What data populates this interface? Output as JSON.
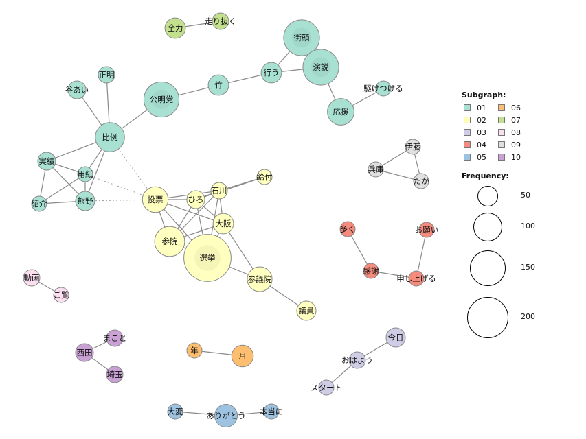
{
  "legend": {
    "subgraph_title": "Subgraph:",
    "subgraphs": [
      {
        "label": "01",
        "color": "#a8e0d1"
      },
      {
        "label": "02",
        "color": "#ffffbf"
      },
      {
        "label": "03",
        "color": "#cfcde6"
      },
      {
        "label": "04",
        "color": "#f48b7d"
      },
      {
        "label": "05",
        "color": "#9ec3e0"
      },
      {
        "label": "06",
        "color": "#fdbf6f"
      },
      {
        "label": "07",
        "color": "#c2e08e"
      },
      {
        "label": "08",
        "color": "#fbdff0"
      },
      {
        "label": "09",
        "color": "#e0e0e0"
      },
      {
        "label": "10",
        "color": "#c9a1d4"
      }
    ],
    "frequency_title": "Frequency:",
    "frequencies": [
      "50",
      "100",
      "150",
      "200"
    ]
  },
  "chart_data": {
    "type": "network",
    "nodes": [
      {
        "id": "街頭",
        "group": "01",
        "freq": 130
      },
      {
        "id": "演説",
        "group": "01",
        "freq": 130
      },
      {
        "id": "公明党",
        "group": "01",
        "freq": 125
      },
      {
        "id": "比例",
        "group": "01",
        "freq": 85
      },
      {
        "id": "竹",
        "group": "01",
        "freq": 40
      },
      {
        "id": "行う",
        "group": "01",
        "freq": 40
      },
      {
        "id": "応援",
        "group": "01",
        "freq": 70
      },
      {
        "id": "駆けつける",
        "group": "01",
        "freq": 20
      },
      {
        "id": "正明",
        "group": "01",
        "freq": 25
      },
      {
        "id": "谷あい",
        "group": "01",
        "freq": 30
      },
      {
        "id": "実績",
        "group": "01",
        "freq": 30
      },
      {
        "id": "用紙",
        "group": "01",
        "freq": 20
      },
      {
        "id": "熊野",
        "group": "01",
        "freq": 35
      },
      {
        "id": "紹介",
        "group": "01",
        "freq": 20
      },
      {
        "id": "全力",
        "group": "07",
        "freq": 40
      },
      {
        "id": "走り抜く",
        "group": "07",
        "freq": 25
      },
      {
        "id": "投票",
        "group": "02",
        "freq": 65
      },
      {
        "id": "ひろ",
        "group": "02",
        "freq": 30
      },
      {
        "id": "石川",
        "group": "02",
        "freq": 25
      },
      {
        "id": "給付",
        "group": "02",
        "freq": 20
      },
      {
        "id": "大阪",
        "group": "02",
        "freq": 40
      },
      {
        "id": "参院",
        "group": "02",
        "freq": 90
      },
      {
        "id": "選挙",
        "group": "02",
        "freq": 230
      },
      {
        "id": "参議院",
        "group": "02",
        "freq": 60
      },
      {
        "id": "議員",
        "group": "02",
        "freq": 35
      },
      {
        "id": "伊藤",
        "group": "09",
        "freq": 20
      },
      {
        "id": "兵庫",
        "group": "09",
        "freq": 20
      },
      {
        "id": "たか",
        "group": "09",
        "freq": 20
      },
      {
        "id": "多く",
        "group": "04",
        "freq": 20
      },
      {
        "id": "お願い",
        "group": "04",
        "freq": 20
      },
      {
        "id": "感謝",
        "group": "04",
        "freq": 20
      },
      {
        "id": "申し上げる",
        "group": "04",
        "freq": 20
      },
      {
        "id": "動画",
        "group": "08",
        "freq": 25
      },
      {
        "id": "ご覧",
        "group": "08",
        "freq": 20
      },
      {
        "id": "まこと",
        "group": "10",
        "freq": 25
      },
      {
        "id": "西田",
        "group": "10",
        "freq": 30
      },
      {
        "id": "埼玉",
        "group": "10",
        "freq": 25
      },
      {
        "id": "年",
        "group": "06",
        "freq": 20
      },
      {
        "id": "月",
        "group": "06",
        "freq": 45
      },
      {
        "id": "今日",
        "group": "03",
        "freq": 35
      },
      {
        "id": "おはよう",
        "group": "03",
        "freq": 25
      },
      {
        "id": "スタート",
        "group": "03",
        "freq": 20
      },
      {
        "id": "大変",
        "group": "05",
        "freq": 20
      },
      {
        "id": "ありがとう",
        "group": "05",
        "freq": 50
      },
      {
        "id": "本当に",
        "group": "05",
        "freq": 20
      }
    ],
    "edges": [
      [
        "全力",
        "走り抜く"
      ],
      [
        "街頭",
        "演説"
      ],
      [
        "街頭",
        "行う"
      ],
      [
        "演説",
        "行う"
      ],
      [
        "演説",
        "応援"
      ],
      [
        "応援",
        "駆けつける"
      ],
      [
        "行う",
        "竹"
      ],
      [
        "竹",
        "公明党"
      ],
      [
        "公明党",
        "比例"
      ],
      [
        "比例",
        "正明"
      ],
      [
        "比例",
        "谷あい"
      ],
      [
        "比例",
        "実績"
      ],
      [
        "比例",
        "用紙"
      ],
      [
        "比例",
        "熊野"
      ],
      [
        "実績",
        "用紙"
      ],
      [
        "実績",
        "熊野"
      ],
      [
        "実績",
        "紹介"
      ],
      [
        "用紙",
        "熊野"
      ],
      [
        "用紙",
        "紹介"
      ],
      [
        "熊野",
        "紹介"
      ],
      [
        "投票",
        "ひろ"
      ],
      [
        "投票",
        "石川"
      ],
      [
        "投票",
        "参院"
      ],
      [
        "投票",
        "選挙"
      ],
      [
        "投票",
        "大阪"
      ],
      [
        "ひろ",
        "石川"
      ],
      [
        "ひろ",
        "大阪"
      ],
      [
        "ひろ",
        "選挙"
      ],
      [
        "ひろ",
        "参院"
      ],
      [
        "ひろ",
        "給付"
      ],
      [
        "石川",
        "給付"
      ],
      [
        "石川",
        "大阪"
      ],
      [
        "石川",
        "選挙"
      ],
      [
        "石川",
        "参院"
      ],
      [
        "大阪",
        "選挙"
      ],
      [
        "大阪",
        "参院"
      ],
      [
        "大阪",
        "参議院"
      ],
      [
        "参院",
        "選挙"
      ],
      [
        "選挙",
        "参議院"
      ],
      [
        "参議院",
        "議員"
      ],
      [
        "伊藤",
        "兵庫"
      ],
      [
        "伊藤",
        "たか"
      ],
      [
        "兵庫",
        "たか"
      ],
      [
        "多く",
        "感謝"
      ],
      [
        "感謝",
        "申し上げる"
      ],
      [
        "申し上げる",
        "お願い"
      ],
      [
        "動画",
        "ご覧"
      ],
      [
        "まこと",
        "西田"
      ],
      [
        "西田",
        "埼玉"
      ],
      [
        "年",
        "月"
      ],
      [
        "今日",
        "おはよう"
      ],
      [
        "おはよう",
        "スタート"
      ],
      [
        "大変",
        "ありがとう"
      ],
      [
        "ありがとう",
        "本当に"
      ]
    ],
    "dashed_edges": [
      [
        "比例",
        "投票"
      ],
      [
        "用紙",
        "投票"
      ],
      [
        "熊野",
        "投票"
      ]
    ]
  }
}
